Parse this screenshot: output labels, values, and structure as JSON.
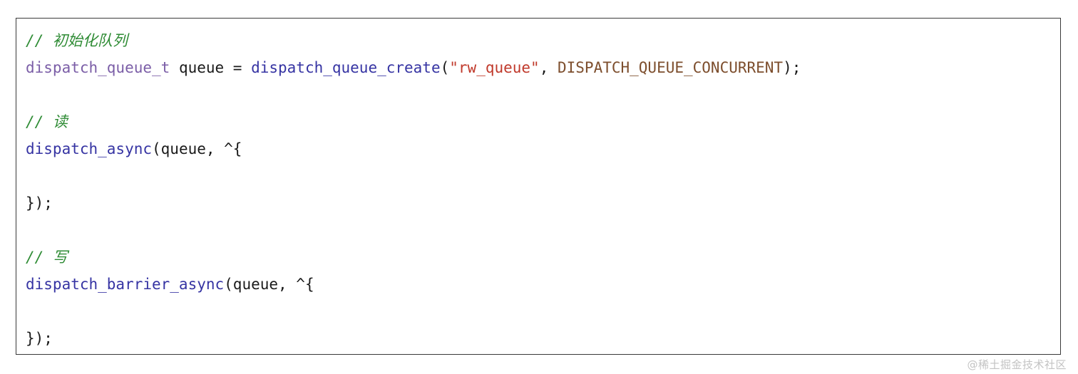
{
  "card": {
    "language": "objective-c",
    "border_color": "#3a3a3a",
    "background_color": "#ffffff"
  },
  "theme": {
    "comment_color": "#2e8b34",
    "type_color": "#7b5ea7",
    "function_color": "#3634a3",
    "string_color": "#c0392b",
    "constant_color": "#7d4e2d",
    "plain_color": "#1a1a1a"
  },
  "code": {
    "lines": [
      {
        "index": 1,
        "text": "// 初始化队列",
        "tokens": [
          {
            "kind": "comment",
            "text": "// 初始化队列"
          }
        ]
      },
      {
        "index": 2,
        "text": "dispatch_queue_t queue = dispatch_queue_create(\"rw_queue\", DISPATCH_QUEUE_CONCURRENT);",
        "tokens": [
          {
            "kind": "type",
            "text": "dispatch_queue_t"
          },
          {
            "kind": "plain",
            "text": " queue = "
          },
          {
            "kind": "func",
            "text": "dispatch_queue_create"
          },
          {
            "kind": "plain",
            "text": "("
          },
          {
            "kind": "string",
            "text": "\"rw_queue\""
          },
          {
            "kind": "plain",
            "text": ", "
          },
          {
            "kind": "const",
            "text": "DISPATCH_QUEUE_CONCURRENT"
          },
          {
            "kind": "plain",
            "text": ");"
          }
        ]
      },
      {
        "index": 3,
        "text": "",
        "tokens": []
      },
      {
        "index": 4,
        "text": "// 读",
        "tokens": [
          {
            "kind": "comment",
            "text": "// 读"
          }
        ]
      },
      {
        "index": 5,
        "text": "dispatch_async(queue, ^{",
        "tokens": [
          {
            "kind": "func",
            "text": "dispatch_async"
          },
          {
            "kind": "plain",
            "text": "(queue, ^{"
          }
        ]
      },
      {
        "index": 6,
        "text": "",
        "tokens": []
      },
      {
        "index": 7,
        "text": "});",
        "tokens": [
          {
            "kind": "plain",
            "text": "});"
          }
        ]
      },
      {
        "index": 8,
        "text": "",
        "tokens": []
      },
      {
        "index": 9,
        "text": "// 写",
        "tokens": [
          {
            "kind": "comment",
            "text": "// 写"
          }
        ]
      },
      {
        "index": 10,
        "text": "dispatch_barrier_async(queue, ^{",
        "tokens": [
          {
            "kind": "func",
            "text": "dispatch_barrier_async"
          },
          {
            "kind": "plain",
            "text": "(queue, ^{"
          }
        ]
      },
      {
        "index": 11,
        "text": "",
        "tokens": []
      },
      {
        "index": 12,
        "text": "});",
        "tokens": [
          {
            "kind": "plain",
            "text": "});"
          }
        ]
      }
    ]
  },
  "watermark": {
    "text": "@稀土掘金技术社区",
    "color": "#c3c3c3"
  }
}
